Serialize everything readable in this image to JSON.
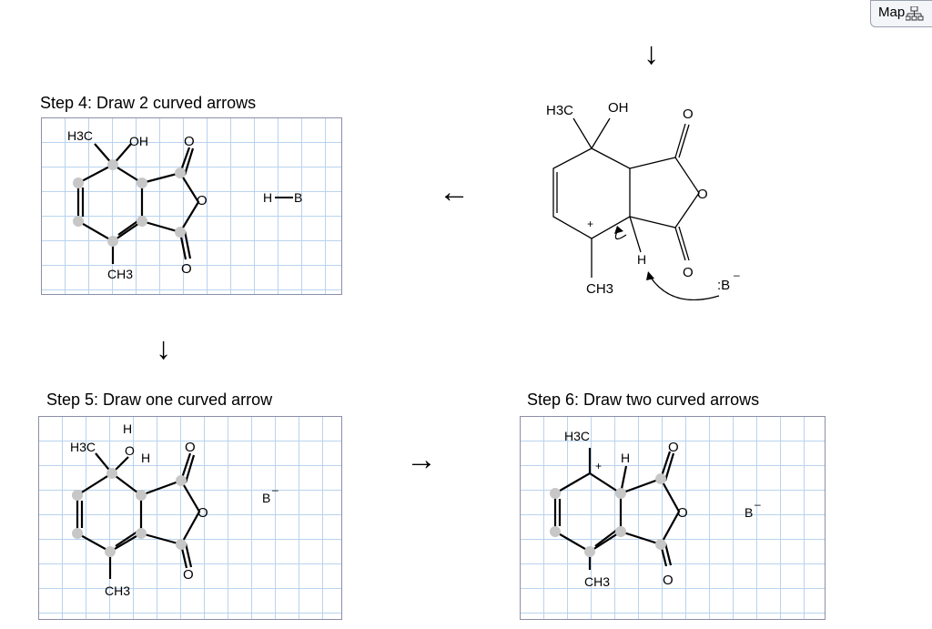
{
  "toolbar": {
    "map_label": "Map",
    "map_icon": "sitemap-icon"
  },
  "steps": {
    "step4": {
      "title": "Step 4: Draw 2 curved arrows"
    },
    "step5": {
      "title": "Step 5: Draw one curved arrow"
    },
    "step6": {
      "title": "Step 6: Draw two curved arrows"
    }
  },
  "arrows": {
    "down": "↓",
    "left": "←",
    "right": "→"
  },
  "labels": {
    "h3c": "H3C",
    "oh": "OH",
    "o": "O",
    "h": "H",
    "ch3": "CH3",
    "base": ":B",
    "hb": "H",
    "b": "B",
    "minus": "–",
    "plus": "+"
  },
  "colors": {
    "grid": "#b9d3ee",
    "border": "#8b8fa8",
    "atom_dot": "#c7c7c7"
  }
}
